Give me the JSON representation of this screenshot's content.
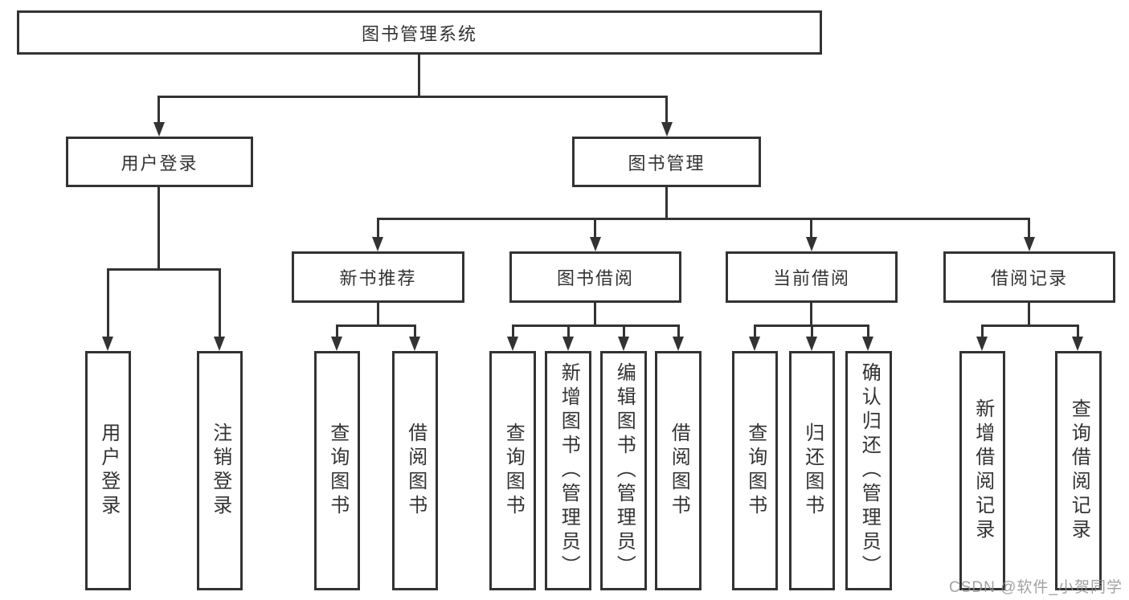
{
  "colors": {
    "line": "#333333",
    "text": "#333333",
    "background": "#ffffff",
    "watermark": "#919191"
  },
  "tree": {
    "root": {
      "label": "图书管理系统"
    },
    "branches": [
      {
        "label": "用户登录",
        "children": [
          {
            "label": "用户登录"
          },
          {
            "label": "注销登录"
          }
        ]
      },
      {
        "label": "图书管理",
        "groups": [
          {
            "label": "新书推荐",
            "children": [
              {
                "label": "查询图书"
              },
              {
                "label": "借阅图书"
              }
            ]
          },
          {
            "label": "图书借阅",
            "children": [
              {
                "label": "查询图书"
              },
              {
                "label": "新增图书（管理员）"
              },
              {
                "label": "编辑图书（管理员）"
              },
              {
                "label": "借阅图书"
              }
            ]
          },
          {
            "label": "当前借阅",
            "children": [
              {
                "label": "查询图书"
              },
              {
                "label": "归还图书"
              },
              {
                "label": "确认归还（管理员）"
              }
            ]
          },
          {
            "label": "借阅记录",
            "children": [
              {
                "label": "新增借阅记录"
              },
              {
                "label": "查询借阅记录"
              }
            ]
          }
        ]
      }
    ]
  },
  "watermark": "CSDN @软件_小贺同学"
}
